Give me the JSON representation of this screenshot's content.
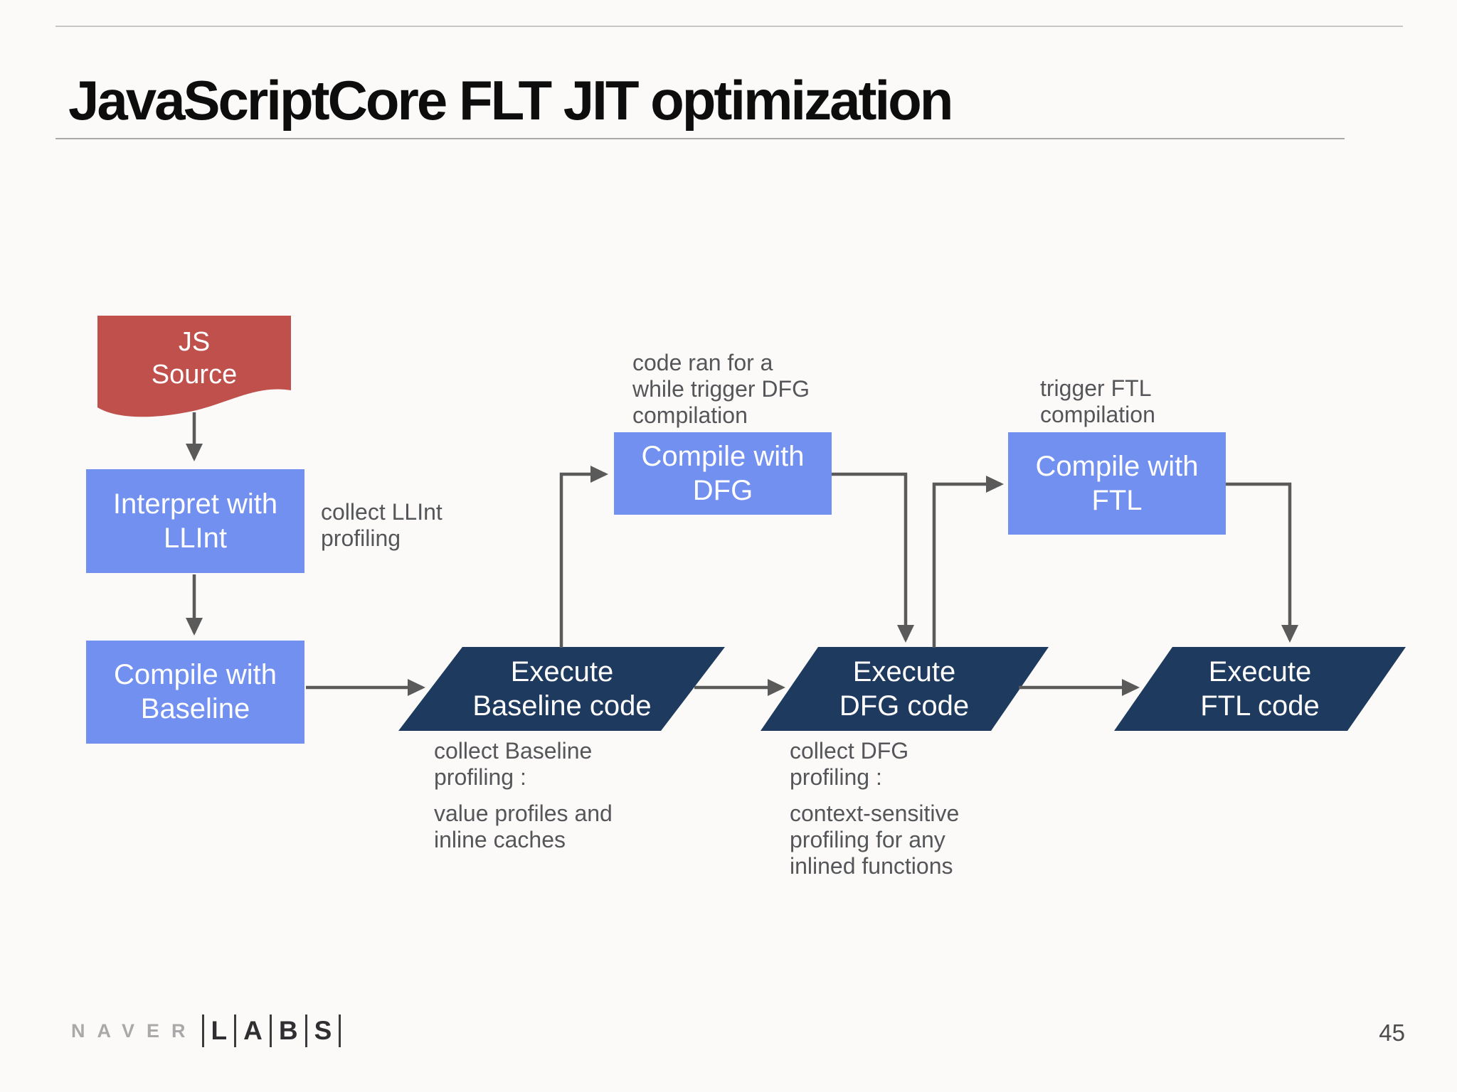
{
  "slide": {
    "title": "JavaScriptCore FLT JIT optimization",
    "page_number": "45"
  },
  "footer": {
    "naver": "NAVER",
    "labs_letters": [
      "L",
      "A",
      "B",
      "S"
    ]
  },
  "diagram": {
    "colors": {
      "source_red": "#bf504c",
      "node_blue": "#7290f0",
      "exec_navy": "#1e3a5e",
      "arrow": "#5a5a5a",
      "annotation_text": "#55565a"
    },
    "nodes": {
      "js_source": {
        "lines": [
          "JS",
          "Source"
        ]
      },
      "interpret_llint": {
        "lines": [
          "Interpret with",
          "LLInt"
        ]
      },
      "compile_baseline": {
        "lines": [
          "Compile with",
          "Baseline"
        ]
      },
      "execute_baseline": {
        "lines": [
          "Execute",
          "Baseline code"
        ]
      },
      "compile_dfg": {
        "lines": [
          "Compile with",
          "DFG"
        ]
      },
      "execute_dfg": {
        "lines": [
          "Execute",
          "DFG code"
        ]
      },
      "compile_ftl": {
        "lines": [
          "Compile with",
          "FTL"
        ]
      },
      "execute_ftl": {
        "lines": [
          "Execute",
          "FTL code"
        ]
      }
    },
    "annotations": {
      "collect_llint": {
        "lines": [
          "collect LLInt",
          "profiling"
        ]
      },
      "code_ran": {
        "lines": [
          "code ran for a",
          "while trigger DFG",
          "compilation"
        ]
      },
      "trigger_ftl": {
        "lines": [
          "trigger FTL",
          "compilation"
        ]
      },
      "collect_baseline": {
        "heading_lines": [
          "collect Baseline",
          "profiling :"
        ],
        "detail_lines": [
          "value profiles and",
          "inline caches"
        ]
      },
      "collect_dfg": {
        "heading_lines": [
          "collect DFG",
          "profiling :"
        ],
        "detail_lines": [
          "context-sensitive",
          "profiling for any",
          "inlined functions"
        ]
      }
    }
  }
}
